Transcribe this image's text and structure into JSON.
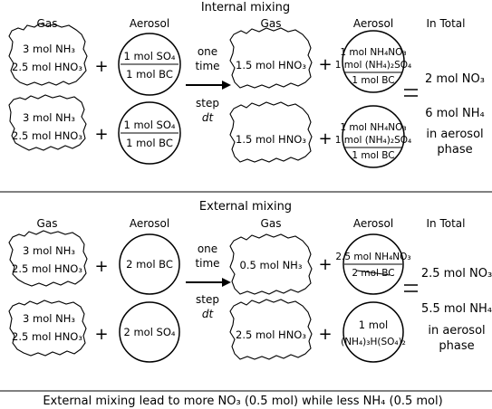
{
  "internal": {
    "title": "Internal mixing",
    "headers": {
      "gas": "Gas",
      "aerosol": "Aerosol",
      "total": "In Total"
    },
    "before": [
      {
        "gas": [
          "3 mol NH₃",
          "2.5 mol HNO₃"
        ],
        "aerosol_top": [
          "1 mol SO₄"
        ],
        "aerosol_bottom": [
          "1 mol BC"
        ]
      },
      {
        "gas": [
          "3 mol NH₃",
          "2.5 mol HNO₃"
        ],
        "aerosol_top": [
          "1 mol SO₄"
        ],
        "aerosol_bottom": [
          "1 mol BC"
        ]
      }
    ],
    "arrow": {
      "line1": "one",
      "line2": "time",
      "line3": "step",
      "line4": "dt"
    },
    "after": [
      {
        "gas": [
          "1.5 mol HNO₃"
        ],
        "aerosol_top": [
          "1 mol NH₄NO₃",
          "1 mol (NH₄)₂SO₄"
        ],
        "aerosol_bottom": [
          "1 mol BC"
        ]
      },
      {
        "gas": [
          "1.5 mol HNO₃"
        ],
        "aerosol_top": [
          "1 mol NH₄NO₃",
          "1 mol (NH₄)₂SO₄"
        ],
        "aerosol_bottom": [
          "1 mol BC"
        ]
      }
    ],
    "totals": {
      "no3": "2 mol NO₃",
      "nh4": "6 mol NH₄",
      "phase1": "in aerosol",
      "phase2": "phase"
    }
  },
  "external": {
    "title": "External mixing",
    "headers": {
      "gas": "Gas",
      "aerosol": "Aerosol",
      "total": "In Total"
    },
    "before": [
      {
        "gas": [
          "3 mol NH₃",
          "2.5 mol HNO₃"
        ],
        "aerosol_single": [
          "2 mol BC"
        ]
      },
      {
        "gas": [
          "3 mol NH₃",
          "2.5 mol HNO₃"
        ],
        "aerosol_single": [
          "2 mol SO₄"
        ]
      }
    ],
    "arrow": {
      "line1": "one",
      "line2": "time",
      "line3": "step",
      "line4": "dt"
    },
    "after": [
      {
        "gas": [
          "0.5 mol NH₃"
        ],
        "aerosol_top": [
          "2.5 mol NH₄NO₃"
        ],
        "aerosol_bottom": [
          "2 mol BC"
        ]
      },
      {
        "gas": [
          "2.5 mol HNO₃"
        ],
        "aerosol_single": [
          "1 mol",
          "(NH₄)₃H(SO₄)₂"
        ]
      }
    ],
    "totals": {
      "no3": "2.5 mol NO₃",
      "nh4": "5.5 mol NH₄",
      "phase1": "in aerosol",
      "phase2": "phase"
    }
  },
  "conclusion": "External mixing lead to more NO₃ (0.5 mol) while less NH₄ (0.5 mol)"
}
